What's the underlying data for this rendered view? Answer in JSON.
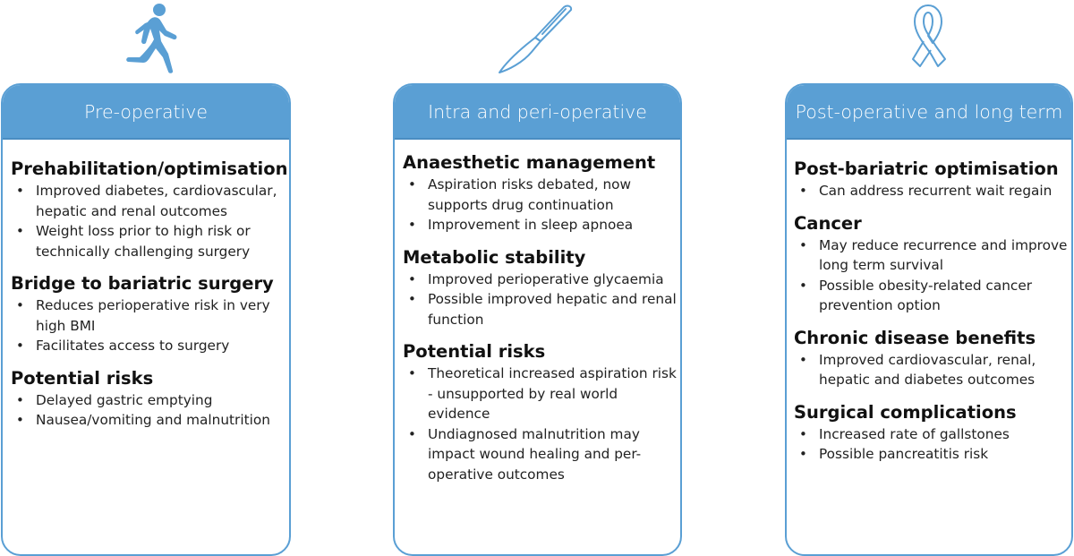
{
  "panels": [
    {
      "title": "Pre-operative",
      "icon": "runner-icon",
      "sections": [
        {
          "title": "Prehabilitation/optimisation",
          "bullets": [
            "Improved diabetes, cardiovascular, hepatic and renal outcomes",
            "Weight loss prior to high risk or technically challenging surgery"
          ]
        },
        {
          "title": "Bridge to bariatric surgery",
          "bullets": [
            "Reduces perioperative risk in very high BMI",
            "Facilitates access to surgery"
          ]
        },
        {
          "title": "Potential risks",
          "bullets": [
            "Delayed gastric emptying",
            "Nausea/vomiting and malnutrition"
          ]
        }
      ]
    },
    {
      "title": "Intra and peri-operative",
      "icon": "scalpel-icon",
      "sections": [
        {
          "title": "Anaesthetic management",
          "bullets": [
            "Aspiration risks debated, now supports drug continuation",
            "Improvement in sleep apnoea"
          ]
        },
        {
          "title": "Metabolic stability",
          "bullets": [
            "Improved perioperative glycaemia",
            "Possible improved hepatic and renal function"
          ]
        },
        {
          "title": "Potential risks",
          "bullets": [
            "Theoretical increased aspiration risk - unsupported by real world evidence",
            "Undiagnosed malnutrition may impact wound healing and per-operative outcomes"
          ]
        }
      ]
    },
    {
      "title": "Post-operative and long term",
      "icon": "awareness-ribbon-icon",
      "sections": [
        {
          "title": "Post-bariatric optimisation",
          "bullets": [
            "Can address recurrent wait regain"
          ]
        },
        {
          "title": "Cancer",
          "bullets": [
            "May reduce recurrence and improve long term survival",
            "Possible obesity-related cancer prevention option"
          ]
        },
        {
          "title": "Chronic disease benefits",
          "bullets": [
            "Improved cardiovascular, renal, hepatic and diabetes outcomes"
          ]
        },
        {
          "title": "Surgical complications",
          "bullets": [
            "Increased rate of gallstones",
            "Possible  pancreatitis risk"
          ]
        }
      ]
    }
  ],
  "colors": {
    "accent": "#5a9fd4",
    "header_text": "#ffffff",
    "body_text": "#1b1b1b"
  }
}
